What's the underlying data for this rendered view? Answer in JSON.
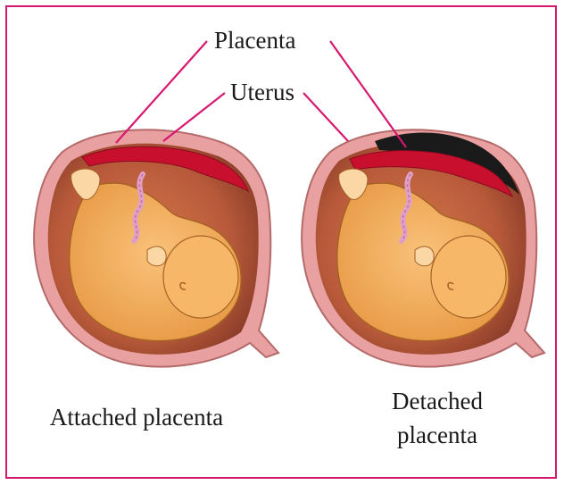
{
  "labels": {
    "placenta": "Placenta",
    "uterus": "Uterus"
  },
  "captions": {
    "attached_placenta": "Attached placenta",
    "detached_placenta_line1": "Detached",
    "detached_placenta_line2": "placenta"
  },
  "colors": {
    "frame_border": "#d6186f",
    "leader_lines": "#d6186f",
    "uterus_wall": "#e9a0a0",
    "uterus_cavity": "#b8573d",
    "placenta": "#c8102e",
    "detached_blood": "#1a1a1a",
    "fetus_skin": "#f4b160"
  }
}
